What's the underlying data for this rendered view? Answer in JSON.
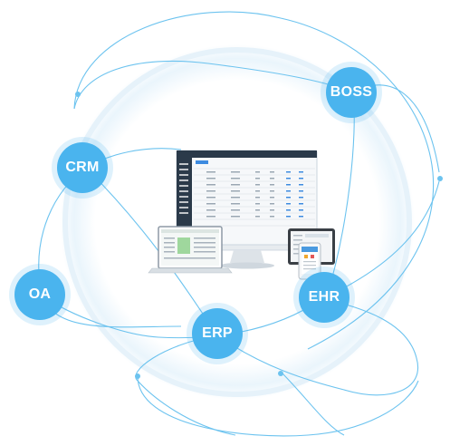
{
  "diagram": {
    "nodes": [
      {
        "id": "boss",
        "label": "BOSS"
      },
      {
        "id": "crm",
        "label": "CRM"
      },
      {
        "id": "oa",
        "label": "OA"
      },
      {
        "id": "erp",
        "label": "ERP"
      },
      {
        "id": "ehr",
        "label": "EHR"
      }
    ]
  },
  "colors": {
    "node_fill": "#4ab4ee",
    "orbit_line": "#6cc3ef",
    "halo": "#e9f4fb",
    "desktop_dark": "#2b3a4a",
    "table_accent": "#3d8be0"
  }
}
